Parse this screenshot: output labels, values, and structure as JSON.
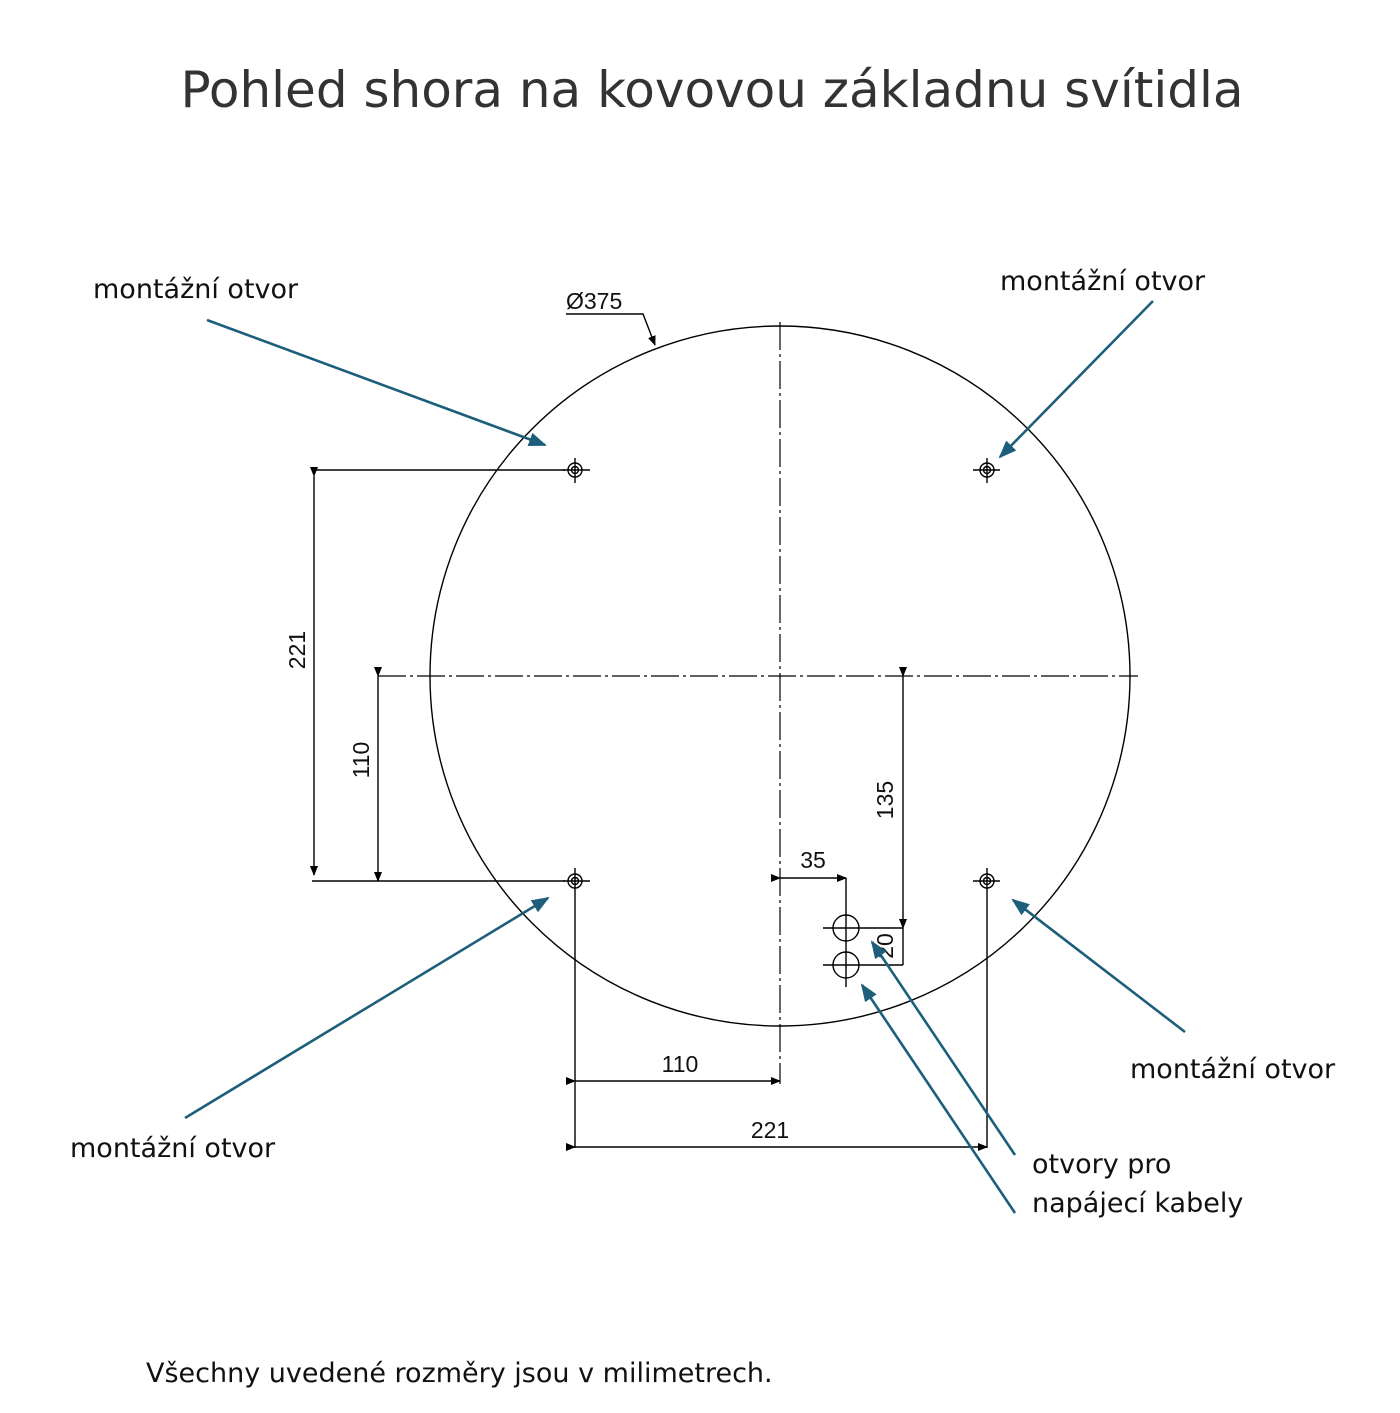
{
  "title": "Pohled shora na kovovou základnu svítidla",
  "labels": {
    "mounting_hole": "montážní otvor",
    "cable_holes_line1": "otvory pro",
    "cable_holes_line2": "napájecí kabely"
  },
  "dimensions": {
    "diameter": "Ø375",
    "vertical_221": "221",
    "vertical_110": "110",
    "vertical_135": "135",
    "vertical_20": "20",
    "horizontal_35": "35",
    "horizontal_110": "110",
    "horizontal_221": "221"
  },
  "footer": "Všechny uvedené rozměry jsou v milimetrech.",
  "colors": {
    "arrow": "#1d5f7b"
  }
}
